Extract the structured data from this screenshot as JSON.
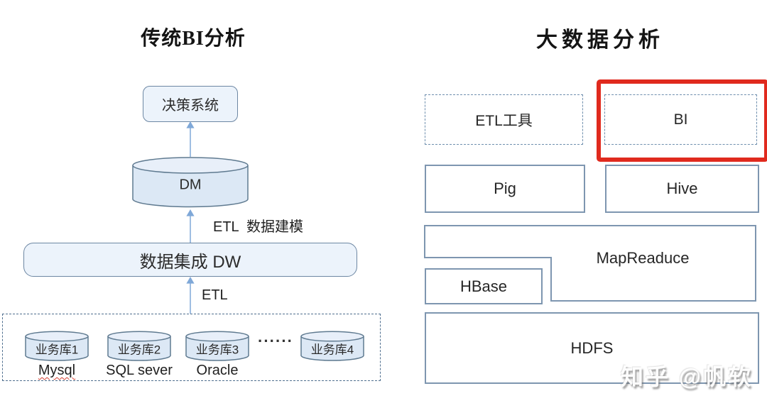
{
  "left_panel": {
    "title": "传统BI分析",
    "decision_box": "决策系统",
    "dm": "DM",
    "etl_modeling": "ETL  数据建模",
    "dw": "数据集成 DW",
    "etl": "ETL",
    "ellipsis": "······",
    "sources": [
      {
        "label": "业务库1",
        "sublabel": "Mysql"
      },
      {
        "label": "业务库2",
        "sublabel": "SQL sever"
      },
      {
        "label": "业务库3",
        "sublabel": "Oracle"
      },
      {
        "label": "业务库4",
        "sublabel": ""
      }
    ]
  },
  "right_panel": {
    "title": "大数据分析",
    "etl_tools": "ETL工具",
    "bi": "BI",
    "pig": "Pig",
    "hive": "Hive",
    "mapreduce": "MapReaduce",
    "hbase": "HBase",
    "hdfs": "HDFS"
  },
  "watermark": "知乎 @帆软",
  "colors": {
    "accent_red": "#e02a1e",
    "box_border": "#7e96b0",
    "dash_border": "#6f8fae",
    "dark_dash_border": "#4f6f8f",
    "slate_border": "#6d87a3",
    "shape_border": "#5f7a90",
    "fill_light": "#dce8f5",
    "fill_top": "#e8eff9",
    "fill_lighter": "#ecf3fb",
    "arrow": "#7fa8d8",
    "text": "#2d2d2d"
  }
}
